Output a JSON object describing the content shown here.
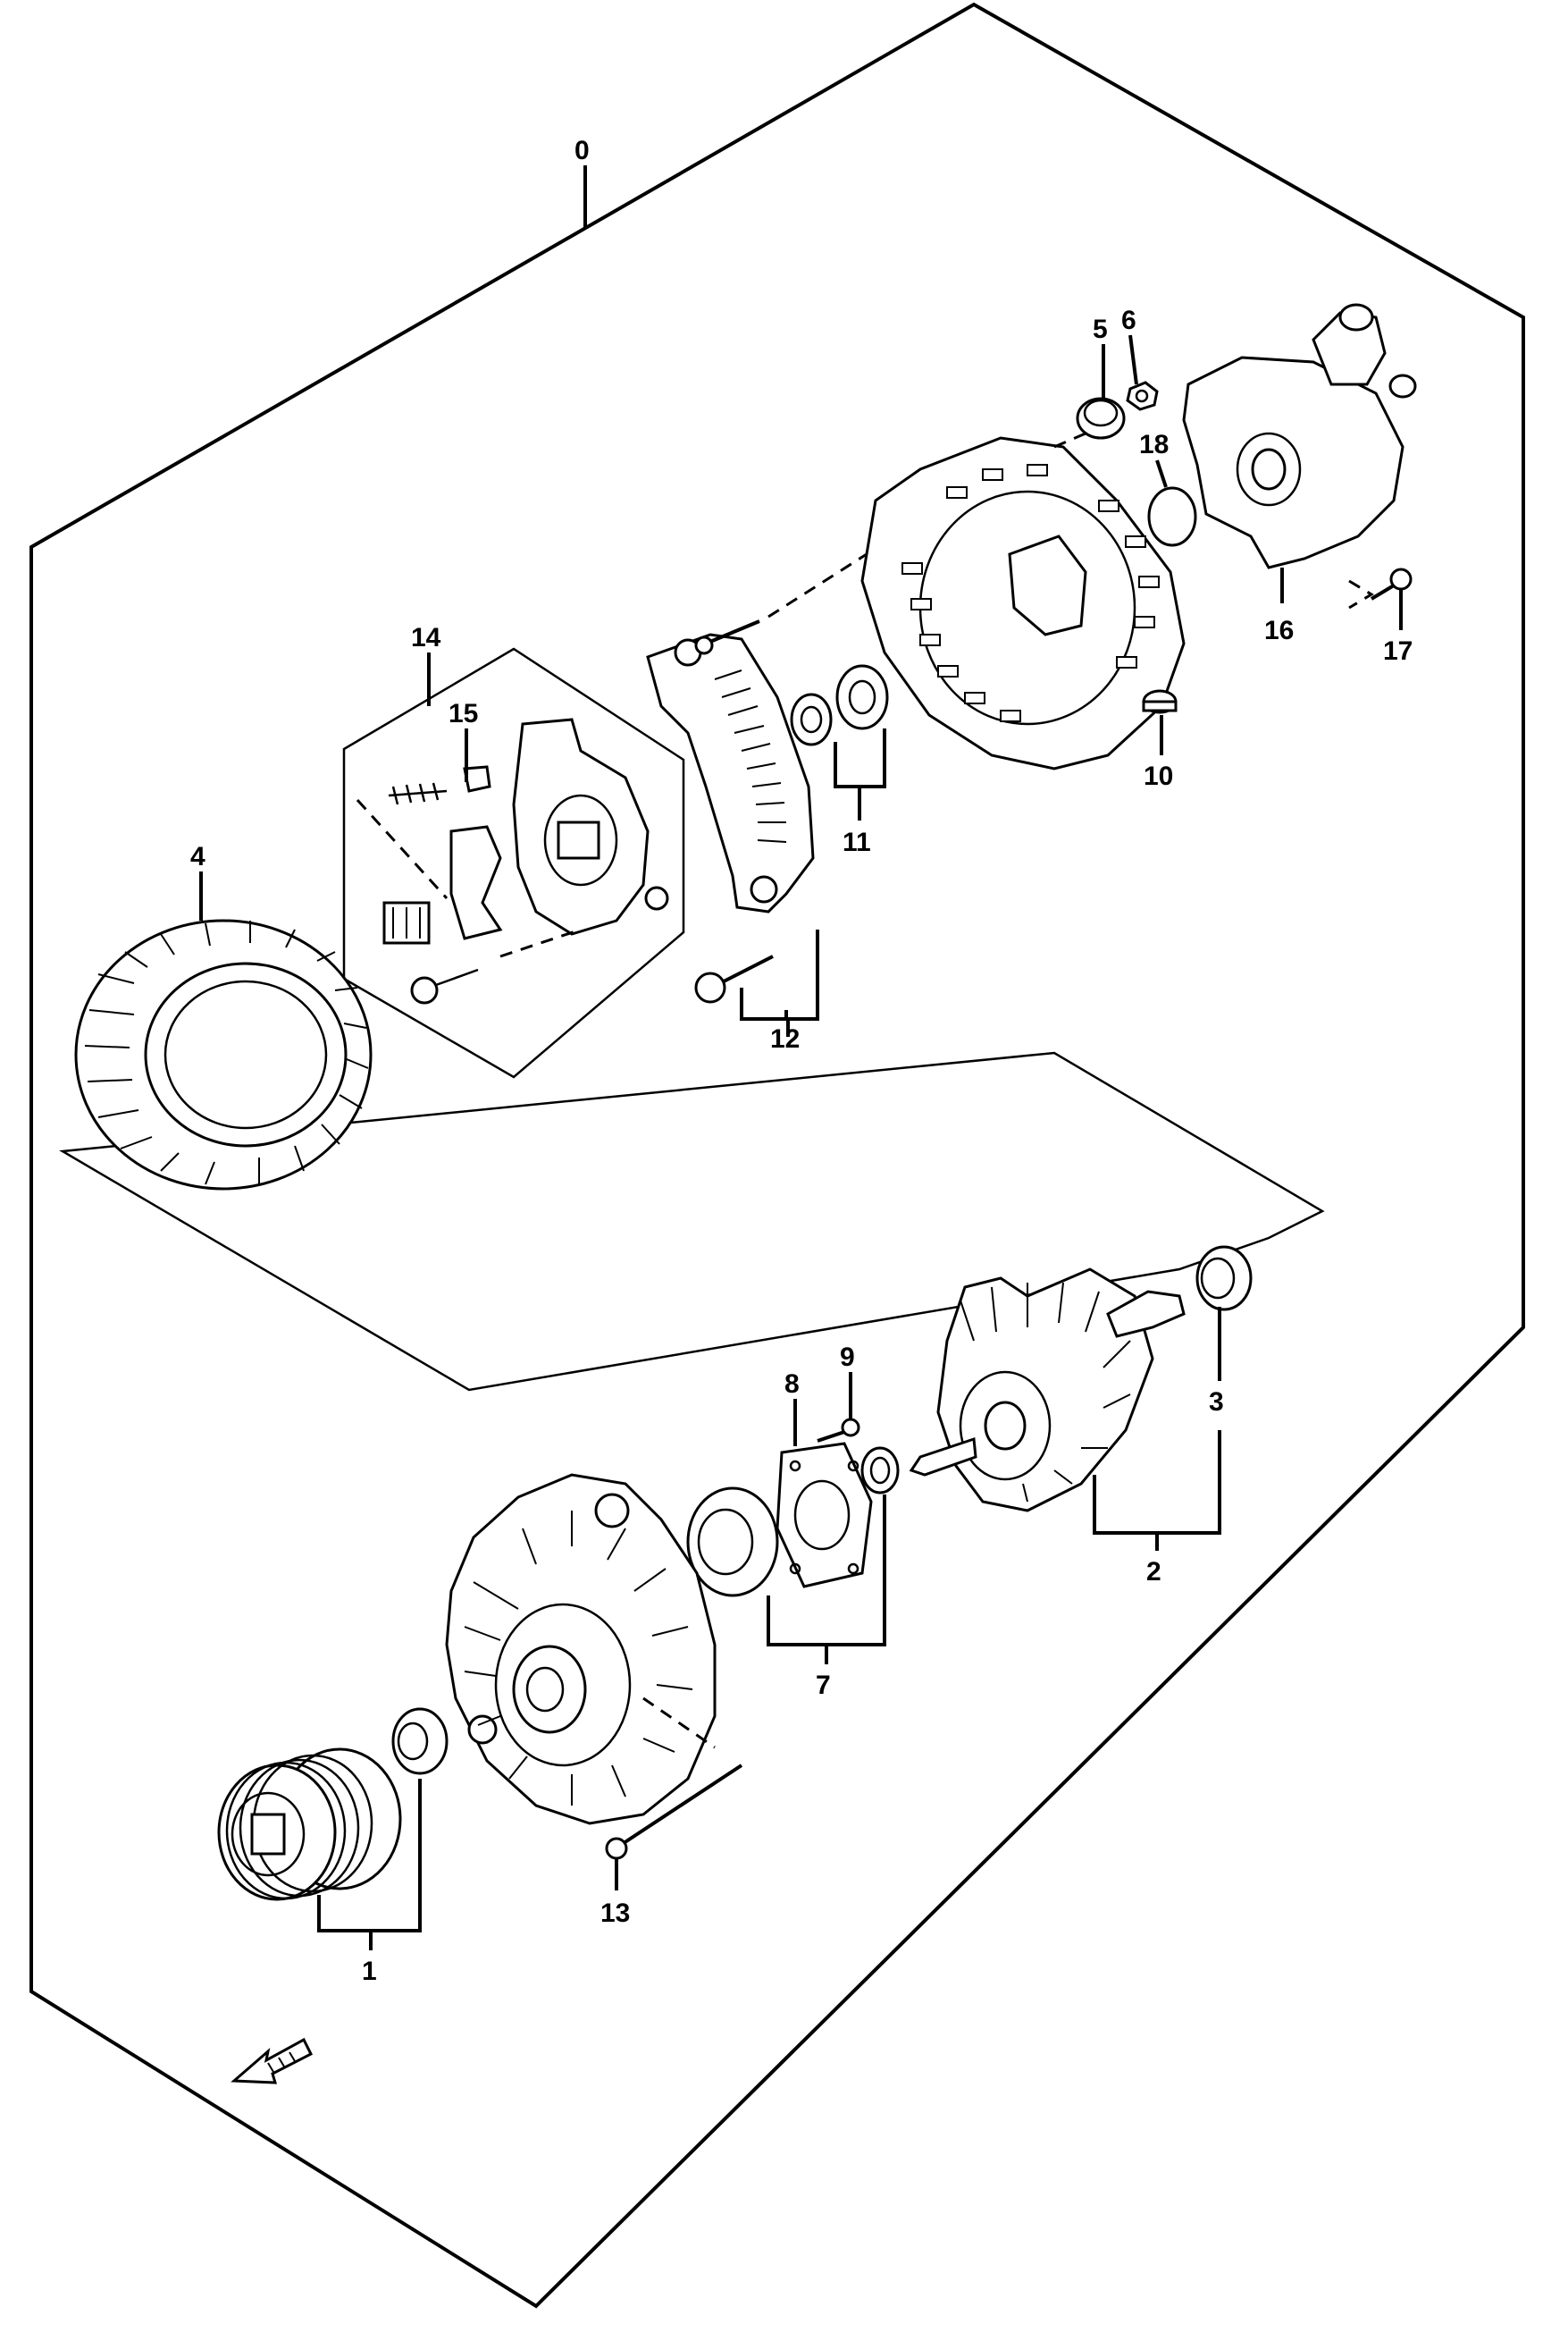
{
  "callouts": {
    "p0": "0",
    "p1": "1",
    "p2": "2",
    "p3": "3",
    "p4": "4",
    "p5": "5",
    "p6": "6",
    "p7": "7",
    "p8": "8",
    "p9": "9",
    "p10": "10",
    "p11": "11",
    "p12": "12",
    "p13": "13",
    "p14": "14",
    "p15": "15",
    "p16": "16",
    "p17": "17",
    "p18": "18"
  },
  "front_arrow": {
    "label": "FRONT",
    "icon": "front-arrow-icon"
  }
}
